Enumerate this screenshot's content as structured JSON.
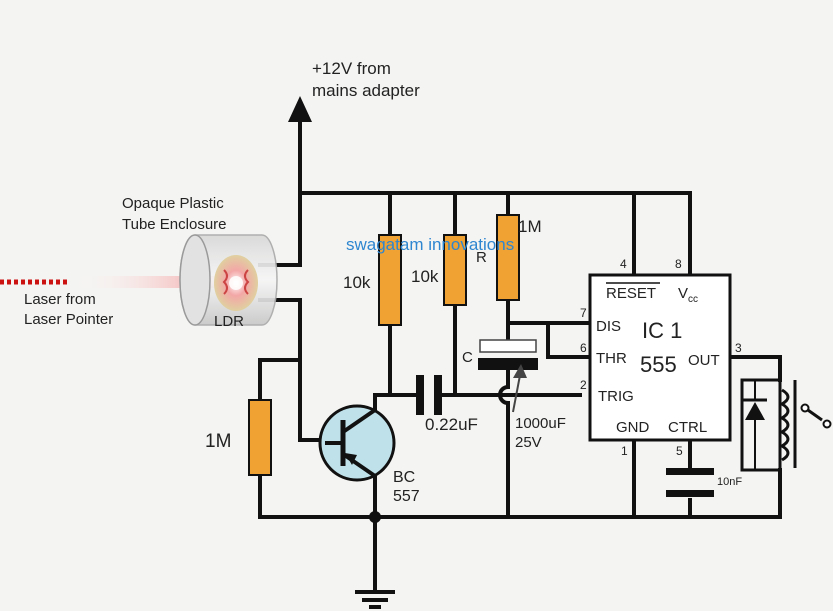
{
  "supply": {
    "line1": "+12V from",
    "line2": "mains adapter"
  },
  "enclosure": {
    "line1": "Opaque Plastic",
    "line2": "Tube Enclosure"
  },
  "laser": {
    "line1": "Laser from",
    "line2": "Laser Pointer"
  },
  "ldr_label": "LDR",
  "watermark": "swagatam innovations",
  "resistors": {
    "r1": "10k",
    "r2": "10k",
    "r3": "R",
    "r4_value": "1M",
    "r_bias": "1M"
  },
  "capacitors": {
    "c_main_label": "C",
    "c_main_value_line1": "1000uF",
    "c_main_value_line2": "25V",
    "c_coupling": "0.22uF",
    "c_ctrl": "10nF"
  },
  "transistor": {
    "line1": "BC",
    "line2": "557"
  },
  "ic": {
    "title": "IC 1",
    "part": "555",
    "pins": {
      "reset": "RESET",
      "vcc": "V",
      "vcc_sub": "cc",
      "dis": "DIS",
      "thr": "THR",
      "trig": "TRIG",
      "gnd": "GND",
      "ctrl": "CTRL",
      "out": "OUT"
    },
    "pin_numbers": {
      "reset": "4",
      "vcc": "8",
      "dis": "7",
      "thr": "6",
      "trig": "2",
      "gnd": "1",
      "ctrl": "5",
      "out": "3"
    }
  },
  "colors": {
    "wire": "#111111",
    "resistor": "#f0a232",
    "laser": "#cc1111",
    "watermark": "#2e86d0",
    "transistor": "#bfe2ea"
  }
}
